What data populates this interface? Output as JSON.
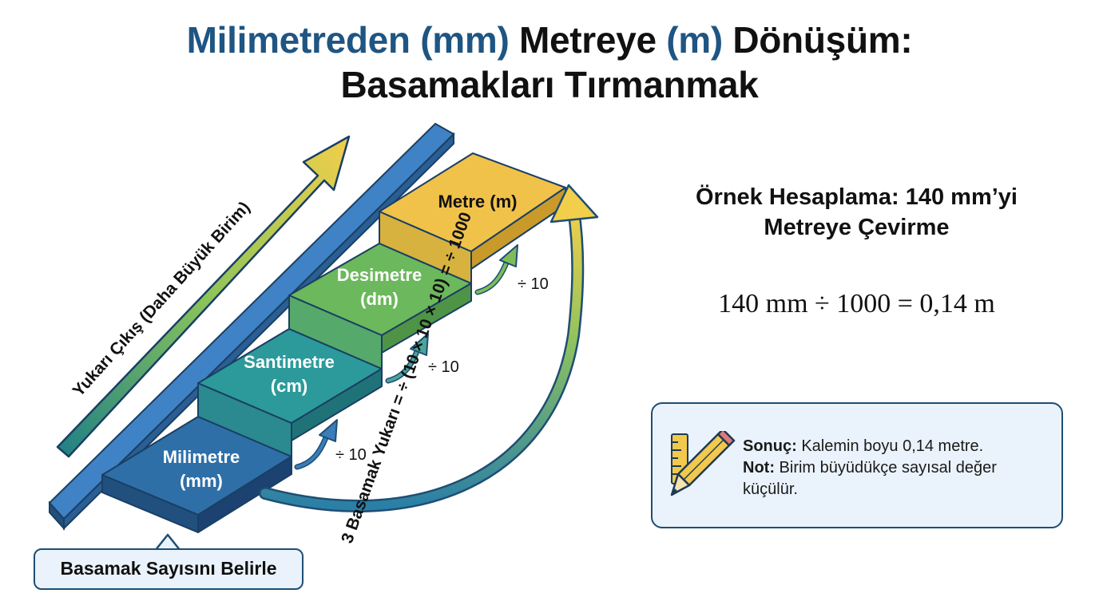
{
  "title": {
    "part1": "Milimetreden (mm)",
    "part2": "Metreye",
    "part3": "(m)",
    "part4": "Dönüşüm:",
    "line2": "Basamakları Tırmanmak"
  },
  "steps": [
    {
      "line1": "Milimetre",
      "line2": "(mm)"
    },
    {
      "line1": "Santimetre",
      "line2": "(cm)"
    },
    {
      "line1": "Desimetre",
      "line2": "(dm)"
    },
    {
      "line1": "Metre (m)",
      "line2": ""
    }
  ],
  "step_divisors": [
    "÷ 10",
    "÷ 10",
    "÷ 10"
  ],
  "up_arrow_label": "Yukarı Çıkış (Daha Büyük Birim)",
  "arc_label": "3 Basamak Yukarı = ÷ (10 × 10 × 10) = ÷ 1000",
  "callout_label": "Basamak Sayısını Belirle",
  "example": {
    "title_line1": "Örnek Hesaplama: 140 mm’yi",
    "title_line2": "Metreye Çevirme",
    "formula": "140 mm ÷ 1000 = 0,14 m"
  },
  "result": {
    "sonuc_label": "Sonuç:",
    "sonuc_text": " Kalemin boyu 0,14 metre.",
    "not_label": "Not:",
    "not_text": " Birim büyüdükçe sayısal değer küçülür."
  },
  "colors": {
    "milimetre": "#2e6fa8",
    "santimetre": "#2c9a9a",
    "desimetre": "#6cb85c",
    "metre": "#f0c24a",
    "accent": "#1f5582"
  }
}
